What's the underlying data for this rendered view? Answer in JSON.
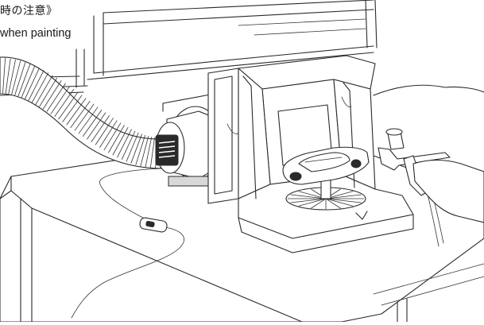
{
  "caption": {
    "line1": "時の注意》",
    "line2": "when painting"
  },
  "illustration": {
    "items": [
      "exhaust-hose",
      "fan-unit",
      "power-cord",
      "inline-switch",
      "paint-booth",
      "turntable",
      "model-car-body",
      "airbrush",
      "workbench"
    ]
  }
}
